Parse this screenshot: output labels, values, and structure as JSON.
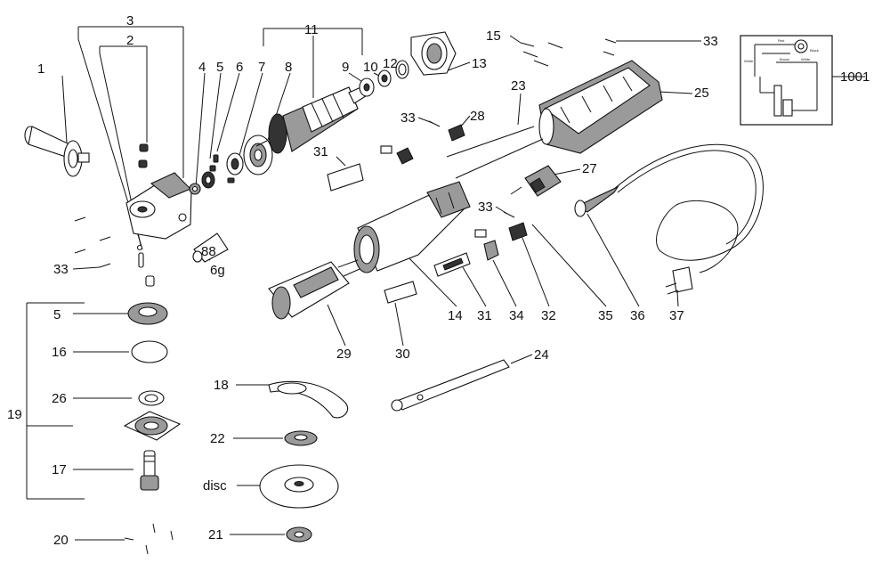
{
  "labels": {
    "l1": "1",
    "l2": "2",
    "l3": "3",
    "l4": "4",
    "l5": "5",
    "l6": "6",
    "l7": "7",
    "l8": "8",
    "l9": "9",
    "l10": "10",
    "l11": "11",
    "l12": "12",
    "l13": "13",
    "l14": "14",
    "l15": "15",
    "l16": "16",
    "l17": "17",
    "l18": "18",
    "l19": "19",
    "l20": "20",
    "l21": "21",
    "l22": "22",
    "l23": "23",
    "l24": "24",
    "l25": "25",
    "l26": "26",
    "l27": "27",
    "l28": "28",
    "l29": "29",
    "l30": "30",
    "l31a": "31",
    "l31b": "31",
    "l32": "32",
    "l33a": "33",
    "l33b": "33",
    "l33c": "33",
    "l33d": "33",
    "l34": "34",
    "l35": "35",
    "l36": "36",
    "l37": "37",
    "l5b": "5",
    "l6g": "6g",
    "l88": "88",
    "l1001": "1001",
    "ldisc": "disc"
  },
  "inset": {
    "wire_labels": [
      "Red",
      "White",
      "Black",
      "Brown",
      "White"
    ]
  }
}
